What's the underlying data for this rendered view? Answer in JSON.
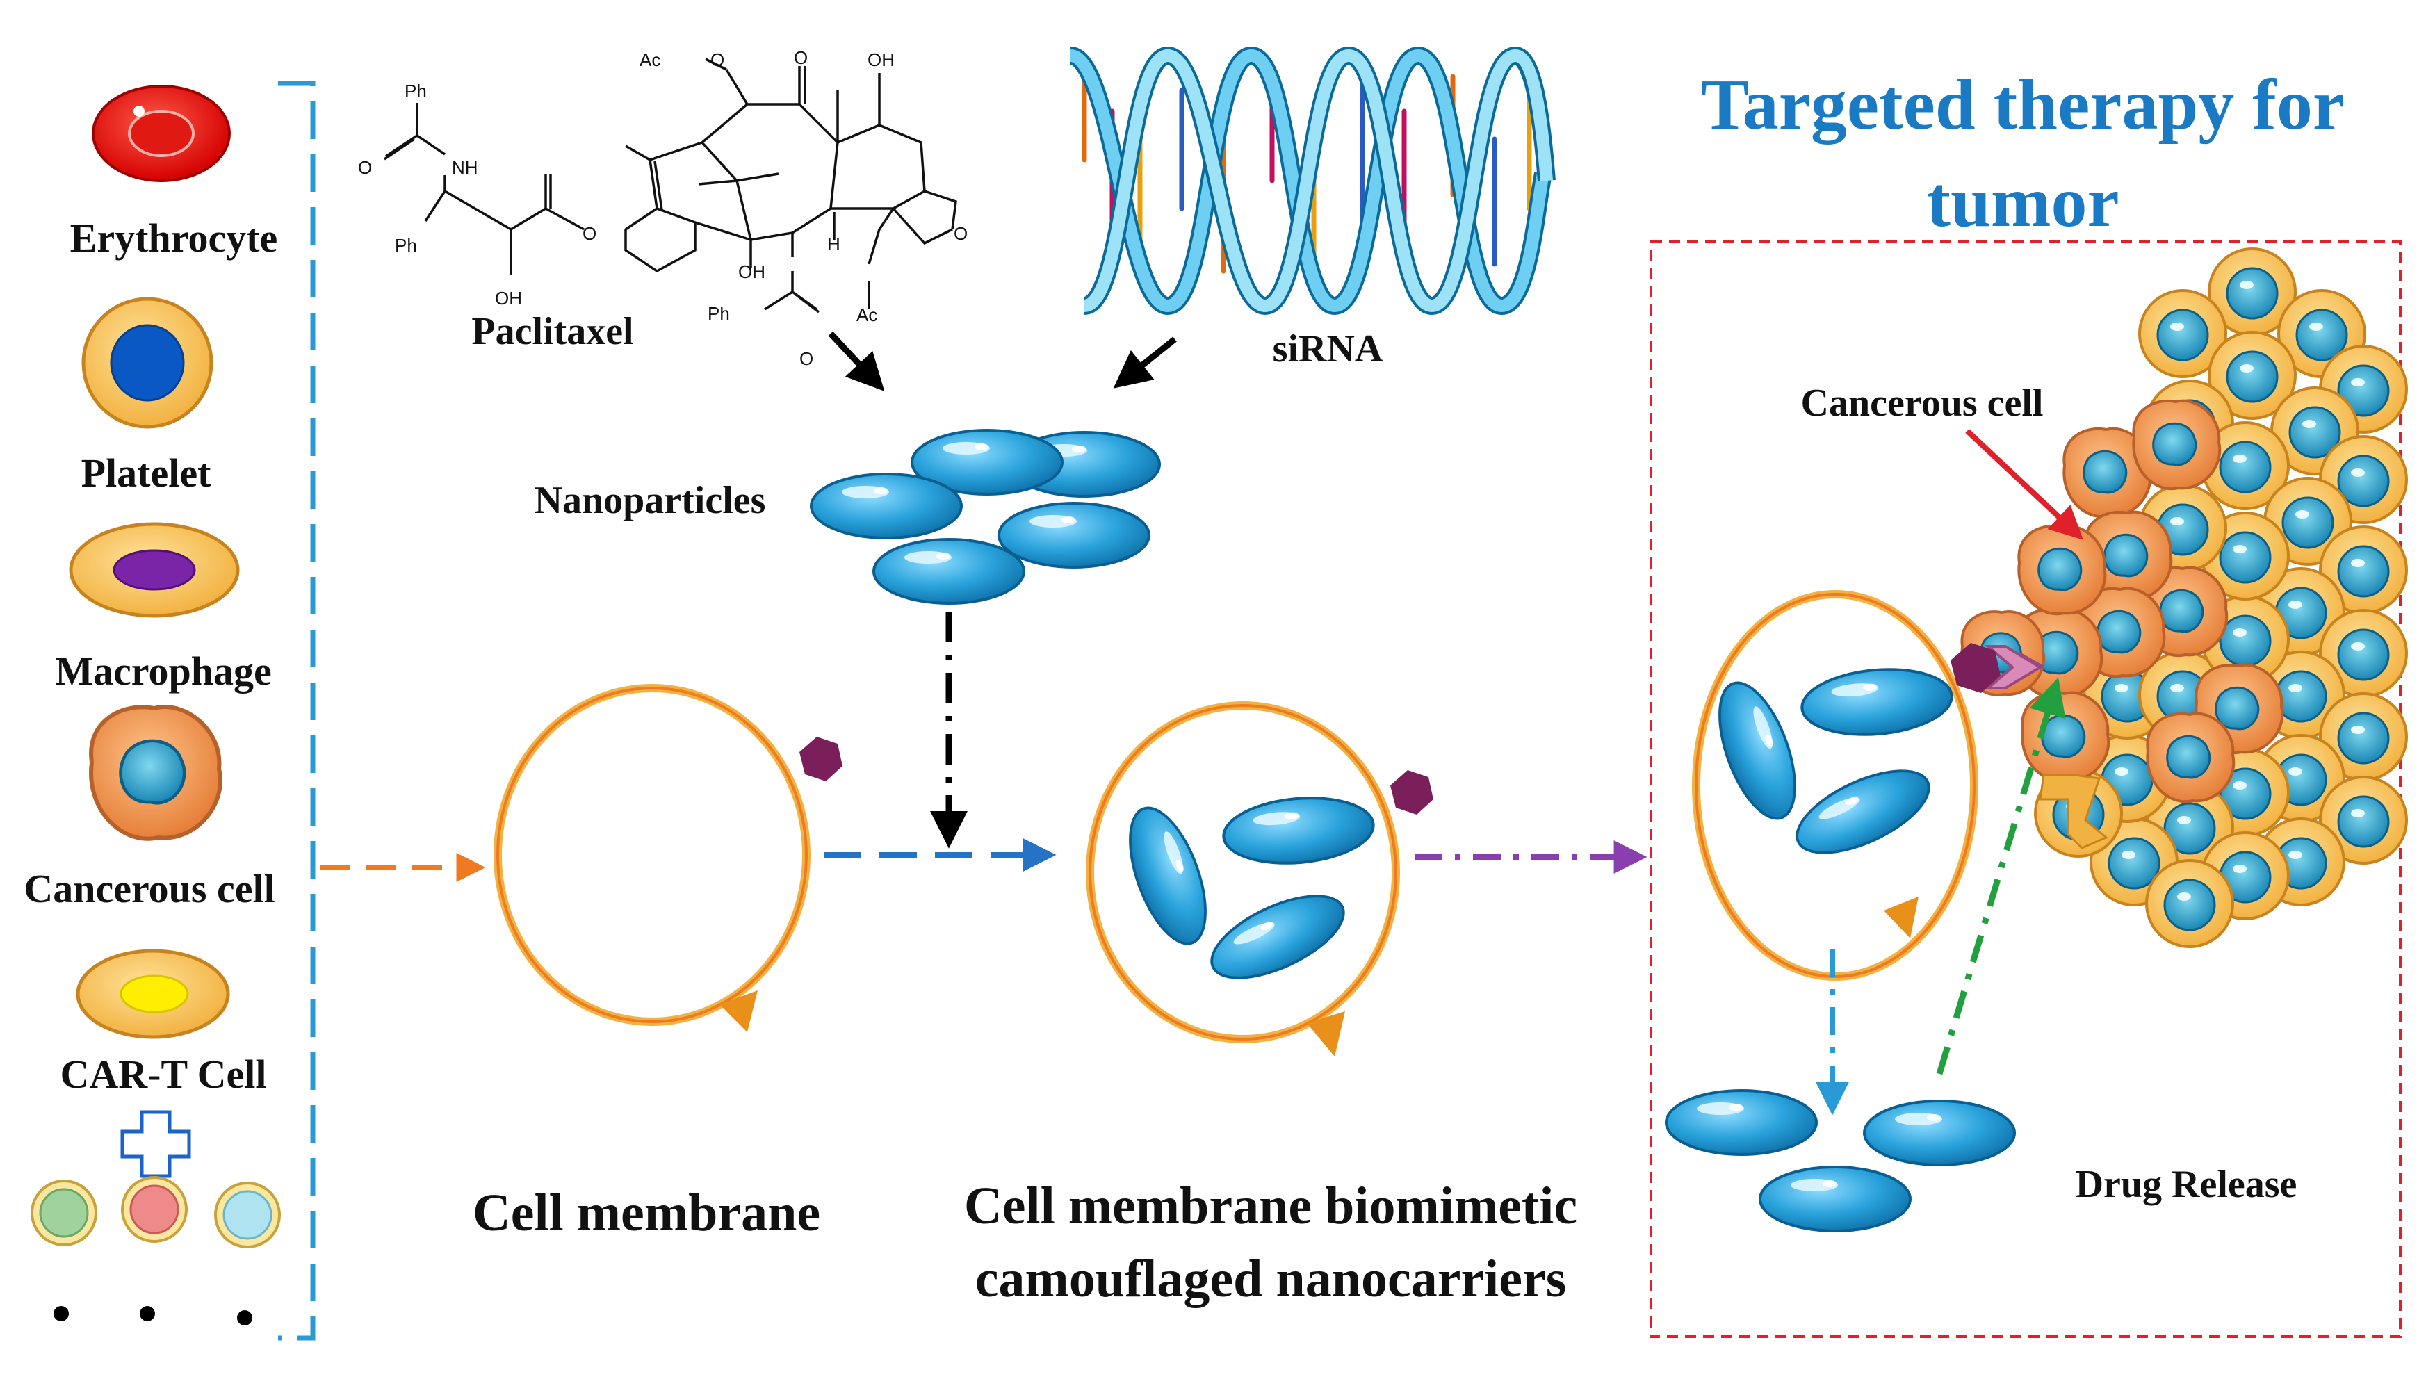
{
  "cell_types": {
    "erythrocyte": "Erythrocyte",
    "platelet": "Platelet",
    "macrophage": "Macrophage",
    "cancerous_cell": "Cancerous cell",
    "car_t_cell": "CAR-T Cell"
  },
  "chemistry": {
    "drug_label": "Paclitaxel",
    "gene_label": "siRNA",
    "atoms": [
      "Ph",
      "NH",
      "O",
      "Ph",
      "OH",
      "Ac",
      "O",
      "O",
      "OH",
      "OH",
      "H",
      "O",
      "Ph",
      "O",
      "O",
      "Ac"
    ]
  },
  "process": {
    "nanoparticles": "Nanoparticles",
    "cell_membrane": "Cell membrane",
    "camouflaged_line1": "Cell membrane biomimetic",
    "camouflaged_line2": "camouflaged nanocarriers"
  },
  "therapy": {
    "title_line1": "Targeted therapy for",
    "title_line2": "tumor",
    "cancerous_cell": "Cancerous cell",
    "drug_release": "Drug Release"
  },
  "colors": {
    "bracket": "#2a9ad6",
    "title": "#1a7bc4",
    "nanoparticle": "#2aa3dc",
    "membrane": "#f08a2a",
    "receptor": "#7a1f5a",
    "dashed_box": "#e0202a",
    "arrow_orange": "#f07a20",
    "arrow_blue": "#2473c4",
    "arrow_purple": "#8a3fb0",
    "arrow_green": "#22a040",
    "arrow_red": "#e0202a"
  }
}
